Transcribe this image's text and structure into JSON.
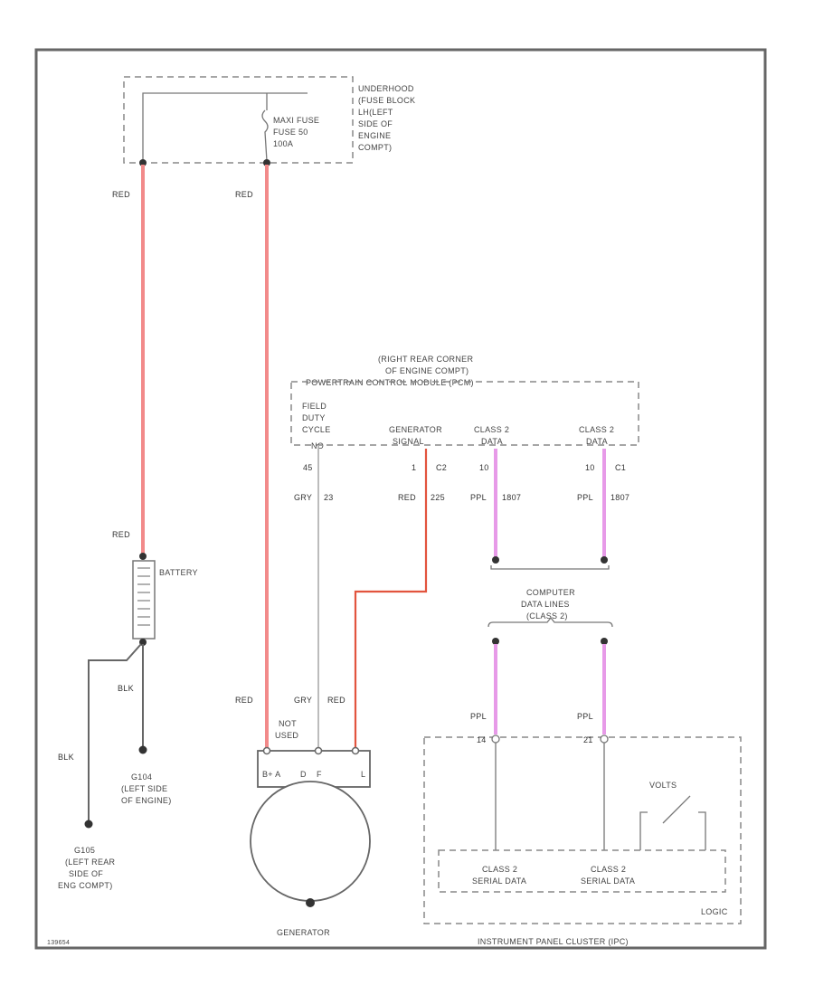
{
  "colors": {
    "red_wire": "#f28a8a",
    "ppl_wire": "#e79ae8",
    "grey_wire": "#9a9a9a",
    "frame": "#666666"
  },
  "underhood": {
    "block_label": [
      "UNDERHOOD",
      "(FUSE BLOCK",
      "LH(LEFT",
      "SIDE OF",
      "ENGINE",
      "COMPT)"
    ],
    "fuse_label": [
      "MAXI FUSE",
      "FUSE 50",
      "100A"
    ]
  },
  "pcm": {
    "location": [
      "(RIGHT REAR CORNER",
      "OF ENGINE COMPT)"
    ],
    "title": "POWERTRAIN CONTROL MODULE (PCM)",
    "field_duty": [
      "FIELD",
      "DUTY",
      "CYCLE"
    ],
    "field_pin": "NO",
    "generator_signal": [
      "GENERATOR",
      "SIGNAL"
    ],
    "class2_a": [
      "CLASS 2",
      "DATA"
    ],
    "class2_b": [
      "CLASS 2",
      "DATA"
    ]
  },
  "wires": {
    "red": "RED",
    "blk": "BLK",
    "gry": "GRY",
    "ppl": "PPL",
    "gry_circuit": "23",
    "red_circuit": "225",
    "ppl_circuit_a": "1807",
    "ppl_circuit_b": "1807",
    "pin_field": "45",
    "pin_gen": "1",
    "conn_gen": "C2",
    "pin_c2a": "10",
    "pin_c2b": "10",
    "conn_c2b": "C1"
  },
  "battery": {
    "label": "BATTERY"
  },
  "grounds": {
    "g104": [
      "G104",
      "(LEFT SIDE",
      "OF ENGINE)"
    ],
    "g105": [
      "G105",
      "(LEFT REAR",
      "SIDE OF",
      "ENG COMPT)"
    ]
  },
  "generator": {
    "not_used": [
      "NOT",
      "USED"
    ],
    "terminals": [
      "B+ A",
      "D",
      "F",
      "L"
    ],
    "name": "GENERATOR"
  },
  "data_lines": {
    "label": [
      "COMPUTER",
      "DATA LINES",
      "(CLASS 2)"
    ]
  },
  "ipc": {
    "volts": "VOLTS",
    "serial_a": [
      "CLASS 2",
      "SERIAL DATA"
    ],
    "serial_b": [
      "CLASS 2",
      "SERIAL DATA"
    ],
    "logic": "LOGIC",
    "name": "INSTRUMENT PANEL CLUSTER (IPC)",
    "pin_a": "14",
    "pin_b": "21"
  },
  "figure_id": "139654"
}
